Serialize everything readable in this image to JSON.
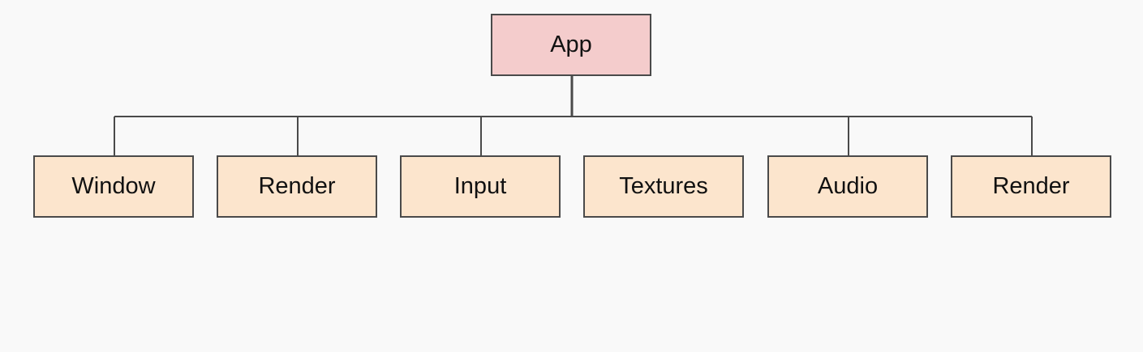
{
  "colors": {
    "background": "#f9f9f9",
    "root_fill": "#f4cccc",
    "child_fill": "#fce5cd",
    "border": "#4a4a4a",
    "connector": "#4a4a4a"
  },
  "diagram": {
    "type": "tree",
    "root": {
      "label": "App"
    },
    "children": [
      {
        "label": "Window"
      },
      {
        "label": "Render"
      },
      {
        "label": "Input"
      },
      {
        "label": "Textures"
      },
      {
        "label": "Audio"
      },
      {
        "label": "Render"
      }
    ]
  }
}
